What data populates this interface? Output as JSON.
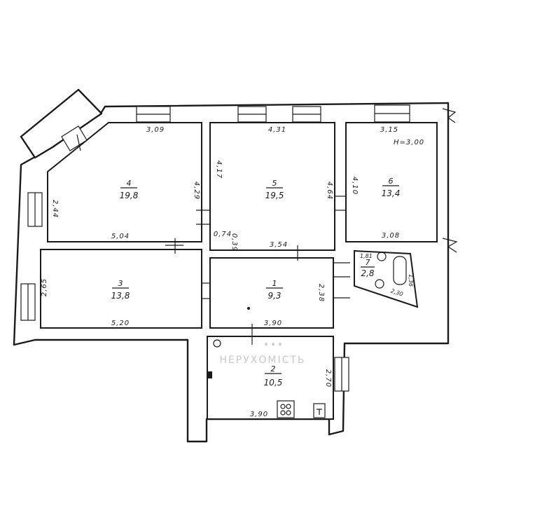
{
  "ceiling_height": "H=3,00",
  "watermark": {
    "title": "…",
    "subtitle": "НЕРУХОМІСТЬ"
  },
  "rooms": [
    {
      "number": "4",
      "area": "19,8"
    },
    {
      "number": "5",
      "area": "19,5"
    },
    {
      "number": "6",
      "area": "13,4"
    },
    {
      "number": "3",
      "area": "13,8"
    },
    {
      "number": "1",
      "area": "9,3"
    },
    {
      "number": "2",
      "area": "10,5"
    },
    {
      "number": "7",
      "area": "2,8"
    }
  ],
  "dimensions": {
    "r4_top": "3,09",
    "r4_right": "4,29",
    "r4_bottom": "5,04",
    "r4_left": "2,44",
    "r5_top": "4,31",
    "r5_left": "4,17",
    "r5_right": "4,64",
    "r5_bottom": "3,54",
    "r6_top": "3,15",
    "r6_left": "4,10",
    "r6_bottom": "3,08",
    "r3_left": "2,65",
    "r3_bottom": "5,20",
    "r1_top_a": "0,74",
    "r1_top_b": "0,39",
    "r1_right": "2,38",
    "r1_bottom": "3,90",
    "r2_right": "2,70",
    "r2_bottom": "3,90",
    "r7_top": "1,81",
    "r7_side": "1,36",
    "r7_diag": "2,30"
  }
}
